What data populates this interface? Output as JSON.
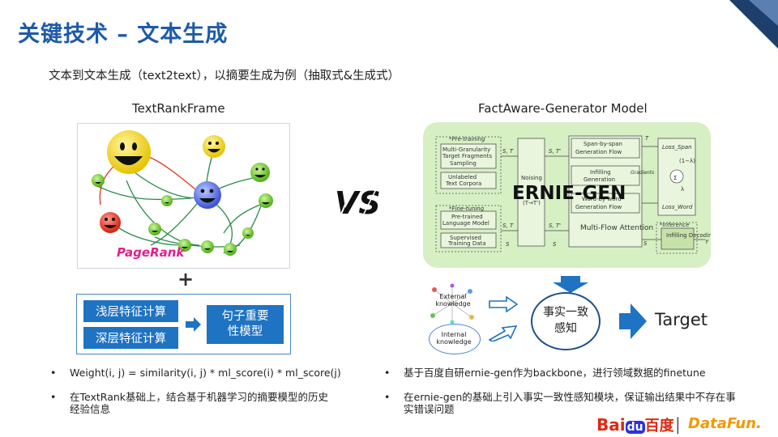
{
  "title": "关键技术 – 文本生成",
  "subtitle": "文本到文本生成（text2text），以摘要生成为例（抽取式&生成式）",
  "left": {
    "heading": "TextRankFrame",
    "pagerank_label": "PageRank",
    "features": {
      "shallow": "浅层特征计算",
      "deep": "深层特征计算",
      "model": "句子重要性模型"
    },
    "bullets": [
      "Weight(i, j) = similarity(i, j) * ml_score(i) * ml_score(j)",
      "在TextRank基础上，结合基于机器学习的摘要模型的历史经验信息"
    ]
  },
  "vs": "VS",
  "right": {
    "heading": "FactAware-Generator Model",
    "ernie_label": "ERNIE-GEN",
    "diagram": {
      "pretraining": "*Pre-training",
      "finetuning": "*Fine-tuning",
      "inference": "*Inference",
      "multi_granularity": "Multi-Granularity Target Fragments Sampling",
      "unlabeled": "Unlabeled Text Corpora",
      "pretrained_lm": "Pre-trained Language Model",
      "supervised": "Supervised Training Data",
      "noising": "Noising",
      "noising_sub": "(T→T')",
      "span_flow": "Span-by-span Generation Flow",
      "infilling_gen": "Infilling Generation",
      "word_flow": "Word-by-word Generation Flow",
      "multi_flow": "Multi-Flow Attention",
      "gradients": "Gradients",
      "loss_span": "Loss_Span",
      "loss_word": "Loss_Word",
      "one_minus_lambda": "(1−λ)",
      "lambda": "λ",
      "infilling_decoding": "Infilling Decoding",
      "st": "S, T",
      "stp": "S, T'",
      "s": "S",
      "t": "T",
      "y": "Y"
    },
    "external": "External knowledge",
    "internal": "Internal knowledge",
    "fact_circle": "事实一致感知",
    "target": "Target",
    "bullets": [
      "基于百度自研ernie-gen作为backbone，进行领域数据的finetune",
      "在ernie-gen的基础上引入事实一致性感知模块，保证输出结果中不存在事实错误问题"
    ]
  },
  "logos": {
    "baidu_bai": "Bai",
    "baidu_du": "du",
    "baidu_cn": "百度",
    "separator": "|",
    "datafun": "DataFun."
  },
  "colors": {
    "accent_blue": "#1e73c2",
    "title_blue": "#1e5aa8",
    "ernie_green": "#d6efc3",
    "baidu_red": "#de2910",
    "baidu_blue": "#2932e1",
    "datafun_orange": "#f39800"
  }
}
